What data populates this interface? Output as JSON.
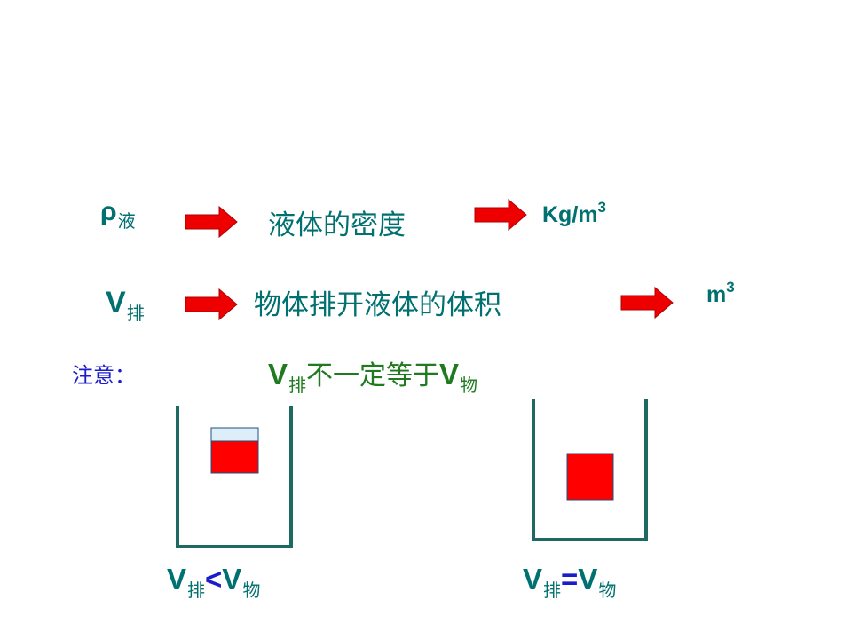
{
  "row1": {
    "symbol": "ρ",
    "symbol_sub": "液",
    "description": "液体的密度",
    "unit": "Kg/m",
    "unit_sup": "3"
  },
  "row2": {
    "symbol": "V",
    "symbol_sub": "排",
    "description": "物体排开液体的体积",
    "unit": "m",
    "unit_sup": "3"
  },
  "note": {
    "label": "注意：",
    "v1": "V",
    "v1_sub": "排",
    "middle": "不一定等于",
    "v2": "V",
    "v2_sub": "物"
  },
  "left_caption": {
    "v1": "V",
    "v1_sub": "排",
    "op": "<",
    "v2": "V",
    "v2_sub": "物"
  },
  "right_caption": {
    "v1": "V",
    "v1_sub": "排",
    "op": "=",
    "v2": "V",
    "v2_sub": "物"
  },
  "colors": {
    "teal": "#007070",
    "green": "#207a20",
    "blue": "#1c1cc8",
    "arrow_red": "#ee0000",
    "block_red": "#ff0000",
    "light_blue_fill": "#ddeef8"
  }
}
